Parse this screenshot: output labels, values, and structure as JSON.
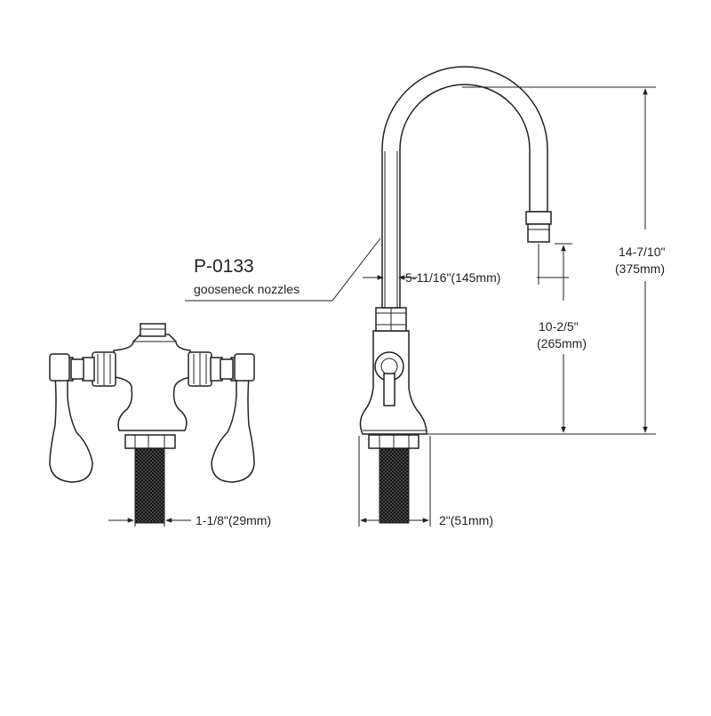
{
  "part": {
    "number": "P-0133",
    "description": "gooseneck nozzles"
  },
  "dimensions": {
    "shank_front": "1-1/8\"(29mm)",
    "reach": "5-11/16\"(145mm)",
    "spout_height_in": "10-2/5\"",
    "spout_height_mm": "(265mm)",
    "total_height_in": "14-7/10\"",
    "total_height_mm": "(375mm)",
    "base_width": "2\"(51mm)"
  }
}
